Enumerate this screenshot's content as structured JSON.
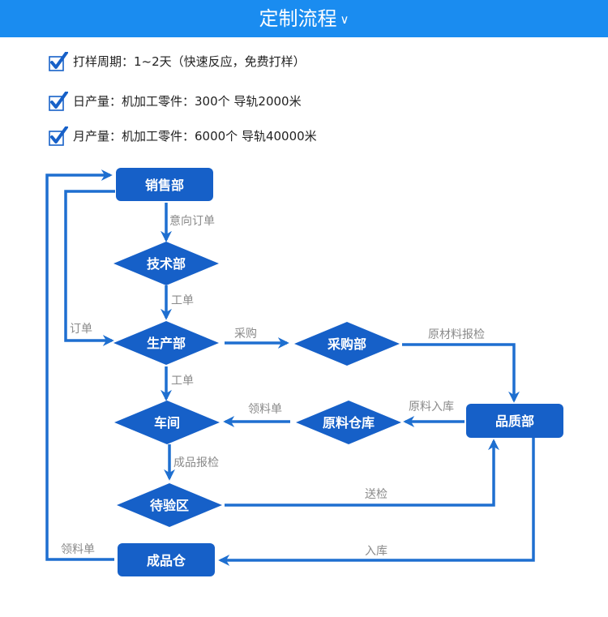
{
  "header": {
    "title": "定制流程",
    "chevron": "∨"
  },
  "info": [
    {
      "icon": "checkbox-checked-icon",
      "text": "打样周期：1~2天（快速反应，免费打样）"
    },
    {
      "icon": "checkbox-checked-icon",
      "text": "日产量：机加工零件：300个  导轨2000米"
    },
    {
      "icon": "checkbox-checked-icon",
      "text": "月产量：机加工零件：6000个  导轨40000米"
    }
  ],
  "colors": {
    "banner": "#1a8cf0",
    "node": "#1660c8",
    "edge": "#1e6fd0",
    "edge_label": "#8a8a8a"
  },
  "nodes": {
    "sales": "销售部",
    "tech": "技术部",
    "production": "生产部",
    "purchase": "采购部",
    "quality": "品质部",
    "workshop": "车间",
    "warehouse": "原料仓库",
    "pending": "待验区",
    "finished": "成品仓"
  },
  "edges": {
    "sales_tech": "意向订单",
    "tech_production": "工单",
    "loop_order": "订单",
    "production_purchase": "采购",
    "purchase_quality": "原材料报检",
    "production_workshop": "工单",
    "quality_warehouse": "原料入库",
    "warehouse_workshop": "领料单",
    "workshop_pending": "成品报检",
    "pending_quality": "送检",
    "quality_finished": "入库",
    "finished_sales": "领料单"
  }
}
